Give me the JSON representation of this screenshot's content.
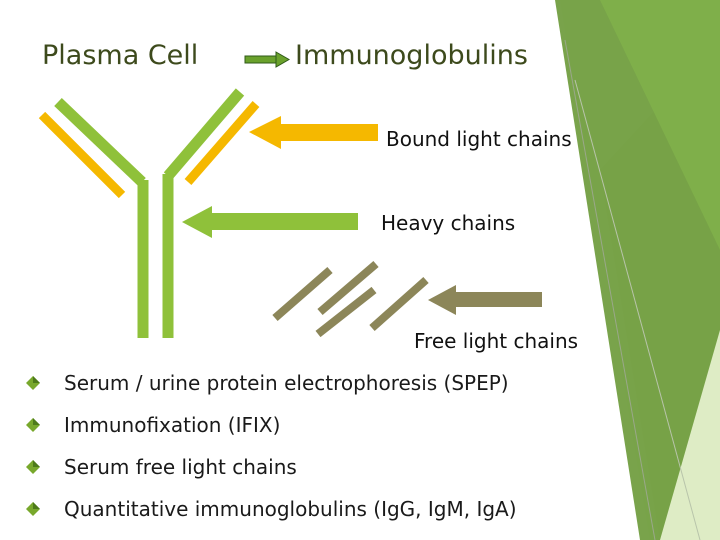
{
  "title": {
    "left": "Plasma Cell",
    "right": "Immunoglobulins"
  },
  "labels": {
    "bound_light_chains": "Bound light chains",
    "heavy_chains": "Heavy chains",
    "free_light_chains": "Free light chains"
  },
  "bullets": [
    "Serum / urine  protein electrophoresis (SPEP)",
    "Immunofixation (IFIX)",
    "Serum free light chains",
    "Quantitative immunoglobulins (IgG, IgM, IgA)"
  ],
  "colors": {
    "heavy_chain": "#8fc13a",
    "light_chain": "#f5b800",
    "free_chain": "#8c8659",
    "decor_dark": "#6e9b3c",
    "decor_light": "#b9d98a",
    "bullet": "#78a82c"
  },
  "icons": {
    "arrow": "right-arrow-icon",
    "bullet": "diamond-bullet-icon"
  }
}
